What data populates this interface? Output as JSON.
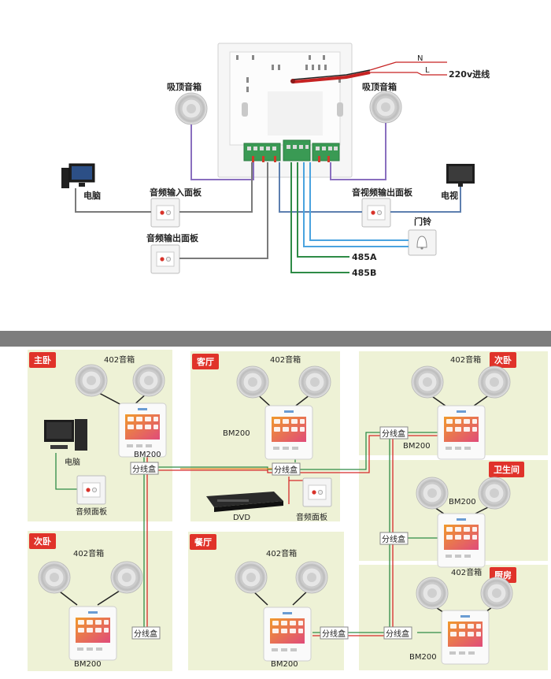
{
  "top": {
    "ceiling_speaker_left": "吸顶音箱",
    "ceiling_speaker_right": "吸顶音箱",
    "computer": "电脑",
    "tv": "电视",
    "audio_in_panel": "音频输入面板",
    "av_out_panel": "音视频输出面板",
    "audio_out_panel": "音频输出面板",
    "doorbell": "门铃",
    "line_n": "N",
    "line_l": "L",
    "power_in": "220v进线",
    "rs485a": "485A",
    "rs485b": "485B"
  },
  "rooms": [
    {
      "tag": "主卧",
      "speaker": "402音箱",
      "device": "BM200",
      "extra1": "电脑",
      "extra2": "音频面板"
    },
    {
      "tag": "客厅",
      "speaker": "402音箱",
      "device": "BM200",
      "extra1": "DVD",
      "extra2": "音频面板"
    },
    {
      "tag": "次卧",
      "speaker": "402音箱",
      "device": "BM200"
    },
    {
      "tag": "卫生间",
      "device": "BM200"
    },
    {
      "tag": "次卧",
      "speaker": "402音箱",
      "device": "BM200"
    },
    {
      "tag": "餐厅",
      "speaker": "402音箱",
      "device": "BM200"
    },
    {
      "tag": "厨房",
      "speaker": "402音箱",
      "device": "BM200"
    }
  ],
  "junction_label": "分线盒",
  "colors": {
    "tag_red": "#e0332a",
    "room_bg": "#eef2d6",
    "divider": "#7d7d7d",
    "wire_green": "#2e8b46",
    "wire_blue": "#4aa3df",
    "wire_purple": "#8a6fbf",
    "wire_red": "#d62b2b",
    "wire_orange": "#e58a2a"
  }
}
